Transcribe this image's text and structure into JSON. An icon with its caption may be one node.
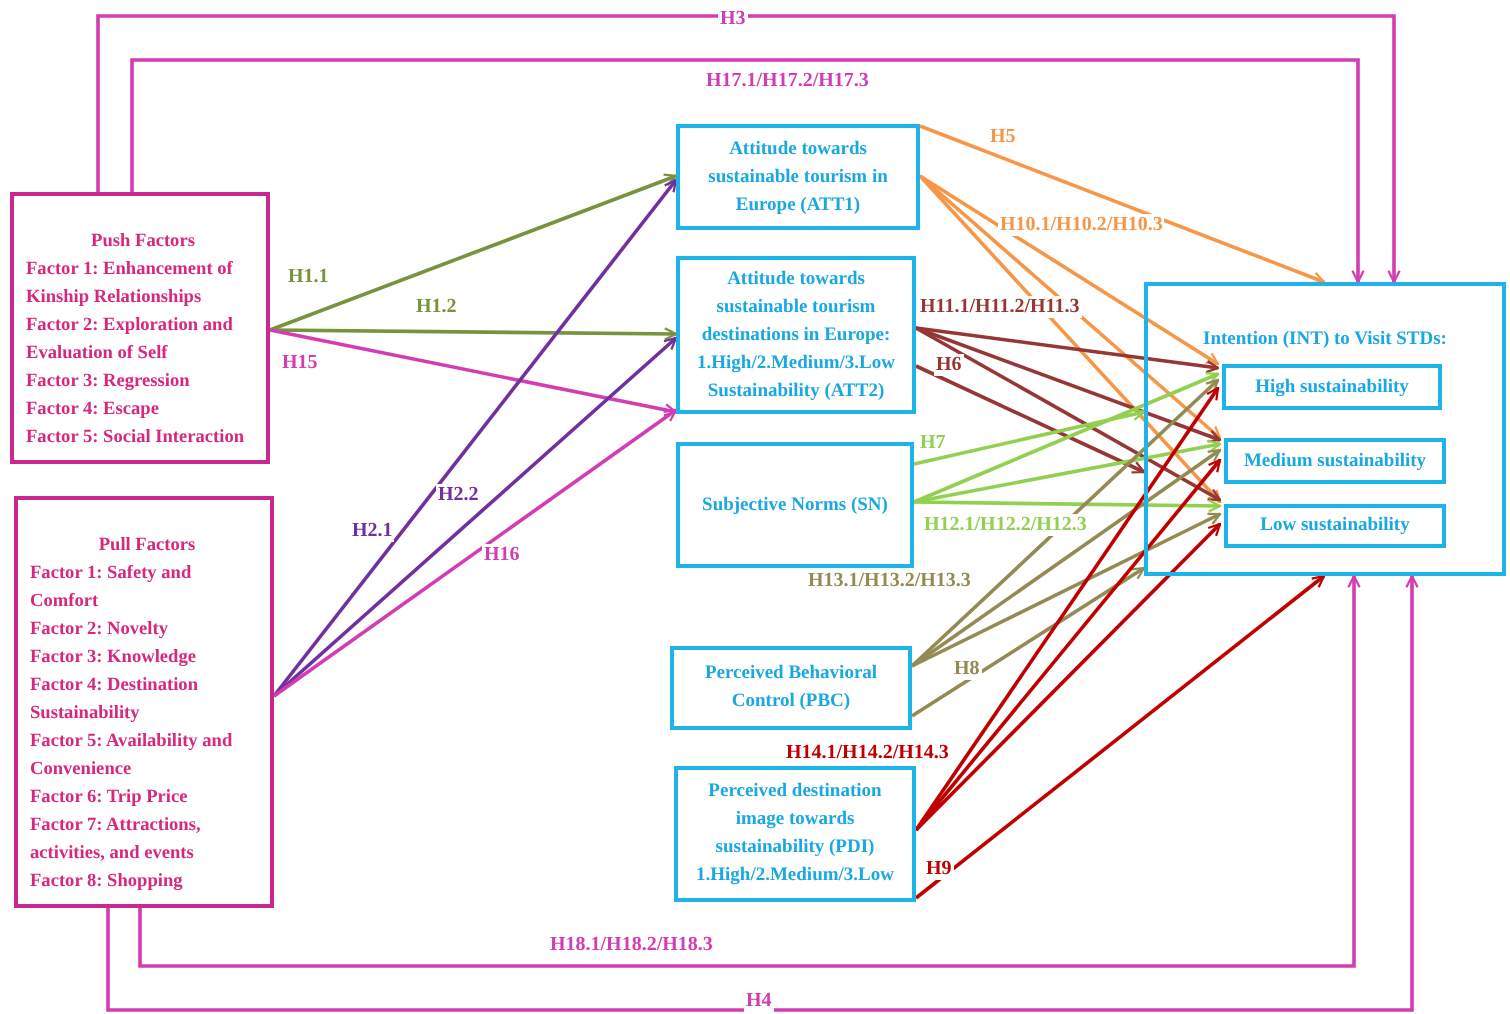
{
  "diagram": {
    "nodes": [
      {
        "text": [
          "Push Factors",
          "Factor 1: Enhancement of Kinship Relationships",
          "Factor 2: Exploration and Evaluation of Self",
          "Factor 3: Regression",
          "Factor 4: Escape",
          "Factor 5: Social Interaction"
        ]
      },
      {
        "text": [
          "Pull Factors",
          "Factor 1: Safety and Comfort",
          "Factor 2: Novelty",
          "Factor 3: Knowledge",
          "Factor 4: Destination Sustainability",
          "Factor 5: Availability and Convenience",
          "Factor 6: Trip Price",
          "Factor 7: Attractions, activities, and events",
          "Factor 8: Shopping"
        ]
      },
      {
        "text": [
          "Attitude towards sustainable tourism in Europe (ATT1)"
        ]
      },
      {
        "text": [
          "Attitude towards sustainable tourism destinations in Europe: 1.High/2.Medium/3.Low Sustainability (ATT2)"
        ]
      },
      {
        "text": [
          "Subjective Norms (SN)"
        ]
      },
      {
        "text": [
          "Perceived Behavioral Control (PBC)"
        ]
      },
      {
        "text": [
          "Perceived destination image towards sustainability (PDI) 1.High/2.Medium/3.Low"
        ]
      },
      {
        "text": [
          "Intention (INT) to Visit STDs:"
        ]
      },
      {
        "text": [
          "High sustainability"
        ],
        "in": 7
      },
      {
        "text": [
          "Medium sustainability"
        ],
        "in": 7
      },
      {
        "text": [
          "Low sustainability"
        ],
        "in": 7
      }
    ],
    "edges": [
      {
        "from": 0,
        "to": 2,
        "arrow": "to",
        "label": "H1.1",
        "color": "#77933c"
      },
      {
        "from": 0,
        "to": 3,
        "arrow": "to",
        "label": "H1.2",
        "color": "#77933c"
      },
      {
        "from": 0,
        "to": 3,
        "arrow": "to",
        "label": "H15",
        "color": "#d43cb4"
      },
      {
        "from": 1,
        "to": 2,
        "arrow": "to",
        "label": "H2.1",
        "color": "#7030a0"
      },
      {
        "from": 1,
        "to": 3,
        "arrow": "to",
        "label": "H2.2",
        "color": "#7030a0"
      },
      {
        "from": 1,
        "to": 3,
        "arrow": "to",
        "label": "H16",
        "color": "#d43cb4"
      },
      {
        "from": 0,
        "to": 7,
        "arrow": "to",
        "label": "H3",
        "color": "#d43cb4"
      },
      {
        "from": 0,
        "to": 7,
        "arrow": "to",
        "label": "H17.1/H17.2/H17.3",
        "color": "#d43cb4"
      },
      {
        "from": 2,
        "to": 7,
        "arrow": "to",
        "label": "H5",
        "color": "#f79646"
      },
      {
        "from": 2,
        "to": 8,
        "arrow": "to",
        "label": "H10.1/H10.2/H10.3",
        "color": "#f79646"
      },
      {
        "from": 2,
        "to": 9,
        "arrow": "to",
        "color": "#f79646"
      },
      {
        "from": 2,
        "to": 10,
        "arrow": "to",
        "color": "#f79646"
      },
      {
        "from": 3,
        "to": 8,
        "arrow": "to",
        "label": "H11.1/H11.2/H11.3",
        "color": "#953735"
      },
      {
        "from": 3,
        "to": 9,
        "arrow": "to",
        "color": "#953735"
      },
      {
        "from": 3,
        "to": 10,
        "arrow": "to",
        "color": "#953735"
      },
      {
        "from": 3,
        "to": 7,
        "arrow": "to",
        "label": "H6",
        "color": "#953735"
      },
      {
        "from": 4,
        "to": 7,
        "arrow": "to",
        "label": "H7",
        "color": "#92d050"
      },
      {
        "from": 4,
        "to": 8,
        "arrow": "to",
        "label": "H12.1/H12.2/H12.3",
        "color": "#92d050"
      },
      {
        "from": 4,
        "to": 9,
        "arrow": "to",
        "color": "#92d050"
      },
      {
        "from": 4,
        "to": 10,
        "arrow": "to",
        "color": "#92d050"
      },
      {
        "from": 5,
        "to": 8,
        "arrow": "to",
        "label": "H13.1/H13.2/H13.3",
        "color": "#948a54"
      },
      {
        "from": 5,
        "to": 9,
        "arrow": "to",
        "color": "#948a54"
      },
      {
        "from": 5,
        "to": 10,
        "arrow": "to",
        "color": "#948a54"
      },
      {
        "from": 5,
        "to": 7,
        "arrow": "to",
        "label": "H8",
        "color": "#948a54"
      },
      {
        "from": 6,
        "to": 8,
        "arrow": "to",
        "label": "H14.1/H14.2/H14.3",
        "color": "#c00000"
      },
      {
        "from": 6,
        "to": 9,
        "arrow": "to",
        "color": "#c00000"
      },
      {
        "from": 6,
        "to": 10,
        "arrow": "to",
        "color": "#c00000"
      },
      {
        "from": 6,
        "to": 7,
        "arrow": "to",
        "label": "H9",
        "color": "#c00000"
      },
      {
        "from": 1,
        "to": 7,
        "arrow": "to",
        "label": "H18.1/H18.2/H18.3",
        "color": "#d43cb4"
      },
      {
        "from": 1,
        "to": 7,
        "arrow": "to",
        "label": "H4",
        "color": "#d43cb4"
      }
    ]
  }
}
